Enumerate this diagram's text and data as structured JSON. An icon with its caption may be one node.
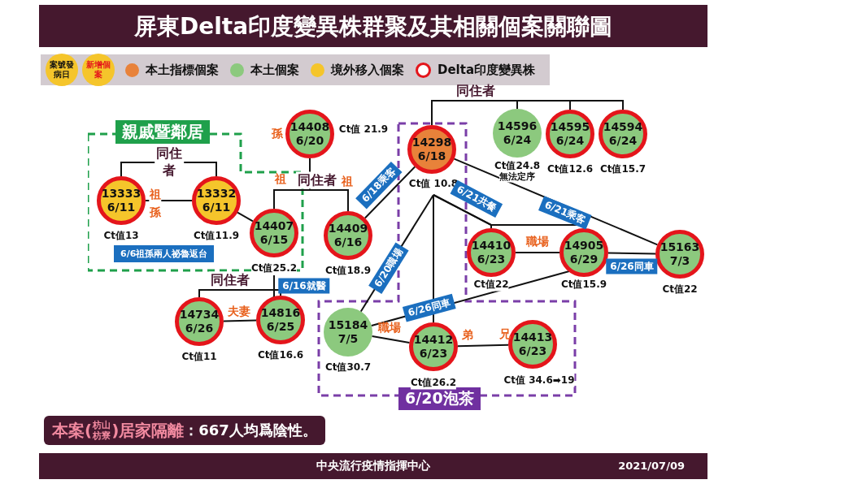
{
  "diagram": {
    "title": "屏東Delta印度變異株群聚及其相關個案關聯圖",
    "nodes": [
      {
        "text": [
          "親戚暨鄰居"
        ]
      },
      {
        "text": [
          "13333",
          "6/11"
        ],
        "in": 0,
        "beside": [
          "Ct值13"
        ]
      },
      {
        "text": [
          "13332",
          "6/11"
        ],
        "in": 0,
        "beside": [
          "Ct值11.9"
        ]
      },
      {
        "text": [
          "14407",
          "6/15"
        ],
        "in": 0,
        "beside": [
          "祖",
          "Ct值25.2"
        ]
      },
      {
        "text": [
          "14408",
          "6/20"
        ],
        "beside": [
          "孫",
          "Ct值 21.9"
        ]
      },
      {
        "text": [
          "14409",
          "6/16"
        ],
        "beside": [
          "祖",
          "Ct值18.9"
        ]
      },
      {
        "text": [
          "6/20泡茶"
        ]
      },
      {
        "text": [
          "14298",
          "6/18"
        ],
        "in": 6,
        "beside": [
          "Ct值 10.8"
        ]
      },
      {
        "text": [
          "14596",
          "6/24"
        ],
        "beside": [
          "Ct值24.8",
          "無法定序"
        ]
      },
      {
        "text": [
          "14595",
          "6/24"
        ],
        "beside": [
          "Ct值12.6"
        ]
      },
      {
        "text": [
          "14594",
          "6/24"
        ],
        "beside": [
          "Ct值15.7"
        ]
      },
      {
        "text": [
          "14410",
          "6/23"
        ],
        "beside": [
          "Ct值22"
        ]
      },
      {
        "text": [
          "14905",
          "6/29"
        ],
        "beside": [
          "Ct值15.9"
        ]
      },
      {
        "text": [
          "15163",
          "7/3"
        ],
        "beside": [
          "Ct值22"
        ]
      },
      {
        "text": [
          "14734",
          "6/26"
        ],
        "beside": [
          "Ct值11"
        ]
      },
      {
        "text": [
          "14816",
          "6/25"
        ],
        "beside": [
          "Ct值16.6"
        ]
      },
      {
        "text": [
          "15184",
          "7/5"
        ],
        "in": 6,
        "beside": [
          "Ct值30.7"
        ]
      },
      {
        "text": [
          "14412",
          "6/23"
        ],
        "in": 6,
        "beside": [
          "弟",
          "Ct值26.2"
        ]
      },
      {
        "text": [
          "14413",
          "6/23"
        ],
        "in": 6,
        "beside": [
          "兄",
          "Ct值 34.6➡19"
        ]
      },
      {
        "text": [
          "6/6祖孫兩人祕魯返台"
        ],
        "in": 0
      }
    ],
    "edges": [
      {
        "from": 1,
        "to": 2,
        "arrow": "none",
        "label": "同住者"
      },
      {
        "from": 1,
        "to": 2,
        "arrow": "none",
        "label": "祖孫"
      },
      {
        "from": 2,
        "to": 3,
        "arrow": "none"
      },
      {
        "from": 4,
        "to": 3,
        "arrow": "none",
        "label": "同住者"
      },
      {
        "from": 4,
        "to": 5,
        "arrow": "none"
      },
      {
        "from": 5,
        "to": 7,
        "arrow": "none",
        "label": "6/18乘客"
      },
      {
        "from": 7,
        "to": 8,
        "arrow": "none",
        "label": "同住者"
      },
      {
        "from": 7,
        "to": 9,
        "arrow": "none"
      },
      {
        "from": 7,
        "to": 10,
        "arrow": "none"
      },
      {
        "from": 7,
        "to": 16,
        "arrow": "none",
        "label": "6/20職場"
      },
      {
        "from": 7,
        "to": 17,
        "arrow": "none"
      },
      {
        "from": 7,
        "to": 11,
        "arrow": "none",
        "label": "6/21共餐"
      },
      {
        "from": 7,
        "to": 12,
        "arrow": "none"
      },
      {
        "from": 7,
        "to": 13,
        "arrow": "none",
        "label": "6/21乘客"
      },
      {
        "from": 11,
        "to": 12,
        "arrow": "none",
        "label": "職場"
      },
      {
        "from": 12,
        "to": 13,
        "arrow": "none",
        "label": "6/26同車"
      },
      {
        "from": 12,
        "to": 16,
        "arrow": "none",
        "label": "6/26同車"
      },
      {
        "from": 3,
        "to": 15,
        "arrow": "none",
        "label": "6/16就醫"
      },
      {
        "from": 14,
        "to": 15,
        "arrow": "none",
        "label": "同住者"
      },
      {
        "from": 14,
        "to": 15,
        "arrow": "none",
        "label": "夫妻"
      },
      {
        "from": 16,
        "to": 17,
        "arrow": "none",
        "label": "職場"
      },
      {
        "from": 17,
        "to": 18,
        "arrow": "none"
      }
    ],
    "labels": [
      "案號發病日",
      "新增個案",
      "本案(",
      "枋山",
      "枋寮",
      ")居家隔離",
      "：667人均爲陰性。",
      "中央流行疫情指揮中心",
      "2021/07/09"
    ],
    "legend": [
      {
        "text": "本土指標個案",
        "color": "#e8823a"
      },
      {
        "text": "本土個案",
        "color": "#8cc97e"
      },
      {
        "text": "境外移入個案",
        "color": "#f5c52b"
      },
      {
        "text": "Delta印度變異株"
      }
    ]
  }
}
